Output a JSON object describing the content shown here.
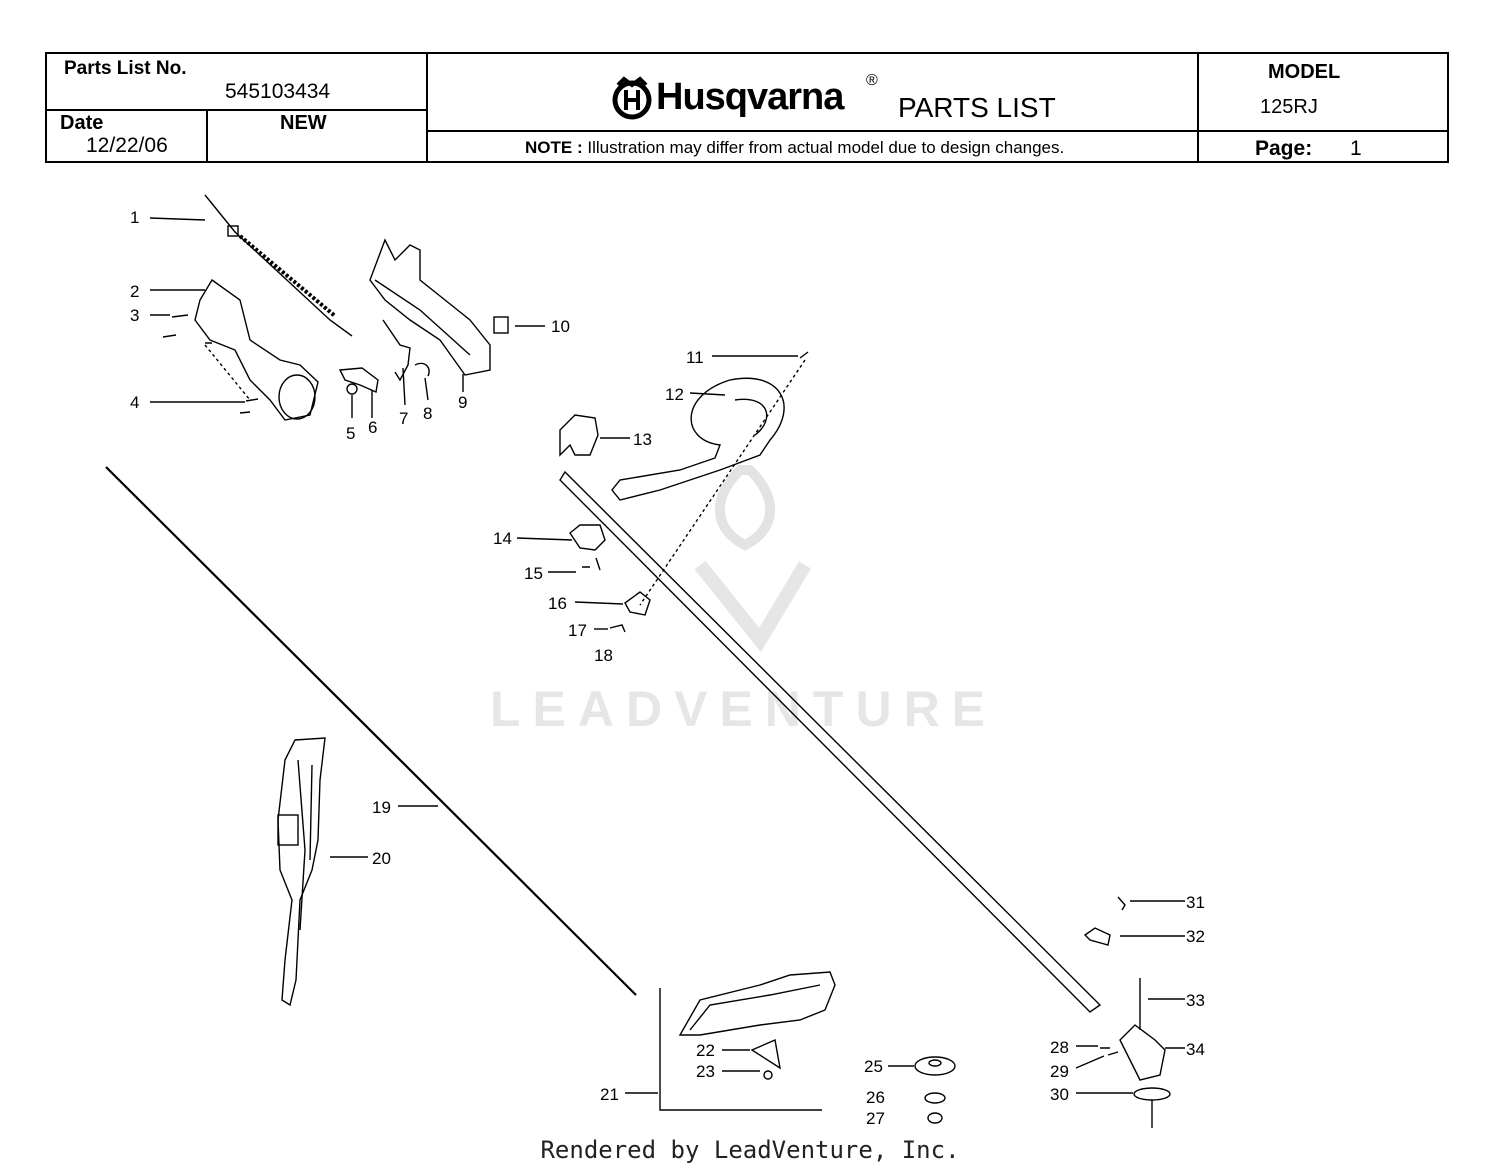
{
  "header": {
    "parts_list_no_label": "Parts List No.",
    "parts_list_no": "545103434",
    "date_label": "Date",
    "date": "12/22/06",
    "status": "NEW",
    "brand": "Husqvarna",
    "registered": "®",
    "title": "PARTS LIST",
    "note_label": "NOTE :",
    "note_text": "Illustration may differ from actual model due to design changes.",
    "model_label": "MODEL",
    "model": "125RJ",
    "page_label": "Page:",
    "page": "1"
  },
  "callouts": [
    "1",
    "2",
    "3",
    "4",
    "5",
    "6",
    "7",
    "8",
    "9",
    "10",
    "11",
    "12",
    "13",
    "14",
    "15",
    "16",
    "17",
    "18",
    "19",
    "20",
    "21",
    "22",
    "23",
    "25",
    "26",
    "27",
    "28",
    "29",
    "30",
    "31",
    "32",
    "33",
    "34"
  ],
  "watermark": "LEADVENTURE",
  "footer": "Rendered by LeadVenture, Inc."
}
